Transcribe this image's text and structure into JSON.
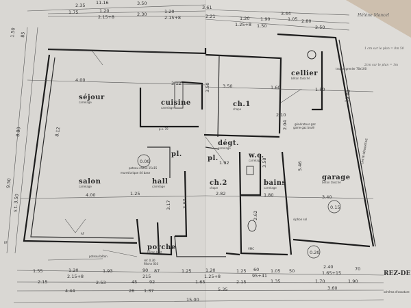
{
  "rooms": [
    {
      "name": "séjour",
      "floor": "carrelage"
    },
    {
      "name": "cuisine",
      "floor": "carrelage"
    },
    {
      "name": "ch.1",
      "floor": "chape"
    },
    {
      "name": "cellier",
      "floor": "béton taloché"
    },
    {
      "name": "salon",
      "floor": "carrelage"
    },
    {
      "name": "hall",
      "floor": "carrelage"
    },
    {
      "name": "dégt.",
      "floor": "carrelage"
    },
    {
      "name": "pl.",
      "floor": ""
    },
    {
      "name": "pl.",
      "floor": ""
    },
    {
      "name": "w.c.",
      "floor": "carrelage"
    },
    {
      "name": "ch.2",
      "floor": "chape"
    },
    {
      "name": "bains",
      "floor": "carrelage"
    },
    {
      "name": "garage",
      "floor": "béton taloché"
    },
    {
      "name": "porche",
      "floor": "béton brut"
    }
  ],
  "levels": [
    "0.00",
    "0.15",
    "0.20"
  ],
  "notes": {
    "poteau_chene": "poteau chêne 15x15",
    "muret": "muret brique 44 base",
    "vmc": "VMC",
    "generateur": "générateur gaz",
    "gaine": "gaine gaz brulé",
    "trappe": "trappe grenier 70x100",
    "limite": "LIMITE SÉPARATIVE",
    "poteau_beton": "poteau béton",
    "seuil": "ref. 0.30",
    "fleche": "flèche 010",
    "siphon": "siphon sol",
    "ef": "EF",
    "af": "AF",
    "pv": "p.v. 70"
  },
  "handwritten": {
    "author": "Hélène Mancel",
    "scale1": "1 cm sur le plan = 0m 50",
    "scale2": "2cm sur le plan = 1m"
  },
  "title_block": {
    "title": "REZ-DE-CHAUSSÉE",
    "subtitle": "schéma d'ossature"
  },
  "interior_dims": [
    "4.00",
    "3.12",
    "3.50",
    "1.60",
    "1.50",
    "8.12",
    "4.00",
    "2.82",
    "1.80",
    "3.40",
    "3.58",
    "5.46",
    "10.00",
    "3.50",
    "3.17",
    "3.87",
    "2.62",
    "1.92",
    "2.10",
    "1.25",
    "2.04"
  ],
  "top_dims": {
    "row1": [
      "11.16"
    ],
    "row2": [
      "2.35",
      "3.50",
      "3.61",
      "3.44"
    ],
    "row3": [
      "1.75",
      "1.20",
      "2.15+8",
      "2.30",
      "1.20",
      "2.15+8",
      "2.21",
      "1.20",
      "1.25+8",
      "1.90",
      "1.05",
      "2.80"
    ],
    "row4": [
      "1.50",
      "2.50"
    ]
  },
  "left_dims": [
    "9.50",
    "8.80",
    "s.t. 3.50",
    "1.50",
    "85"
  ],
  "bottom_dims": {
    "row1": [
      "1.55",
      "1.20",
      "2.15+8",
      "1.93",
      "90",
      "215",
      "87",
      "1.25",
      "1.20",
      "1.25+8",
      "1.25",
      "60",
      "95+41",
      "1.05",
      "50",
      "2.40",
      "1.65+15",
      "70"
    ],
    "row2": [
      "2.15",
      "2.53",
      "45",
      "92",
      "1.65",
      "2.15",
      "1.35",
      "1.70",
      "1.90"
    ],
    "row3": [
      "4.44",
      "26",
      "1.37",
      "5.35",
      "3.60"
    ],
    "row4": [
      "15.00"
    ]
  }
}
